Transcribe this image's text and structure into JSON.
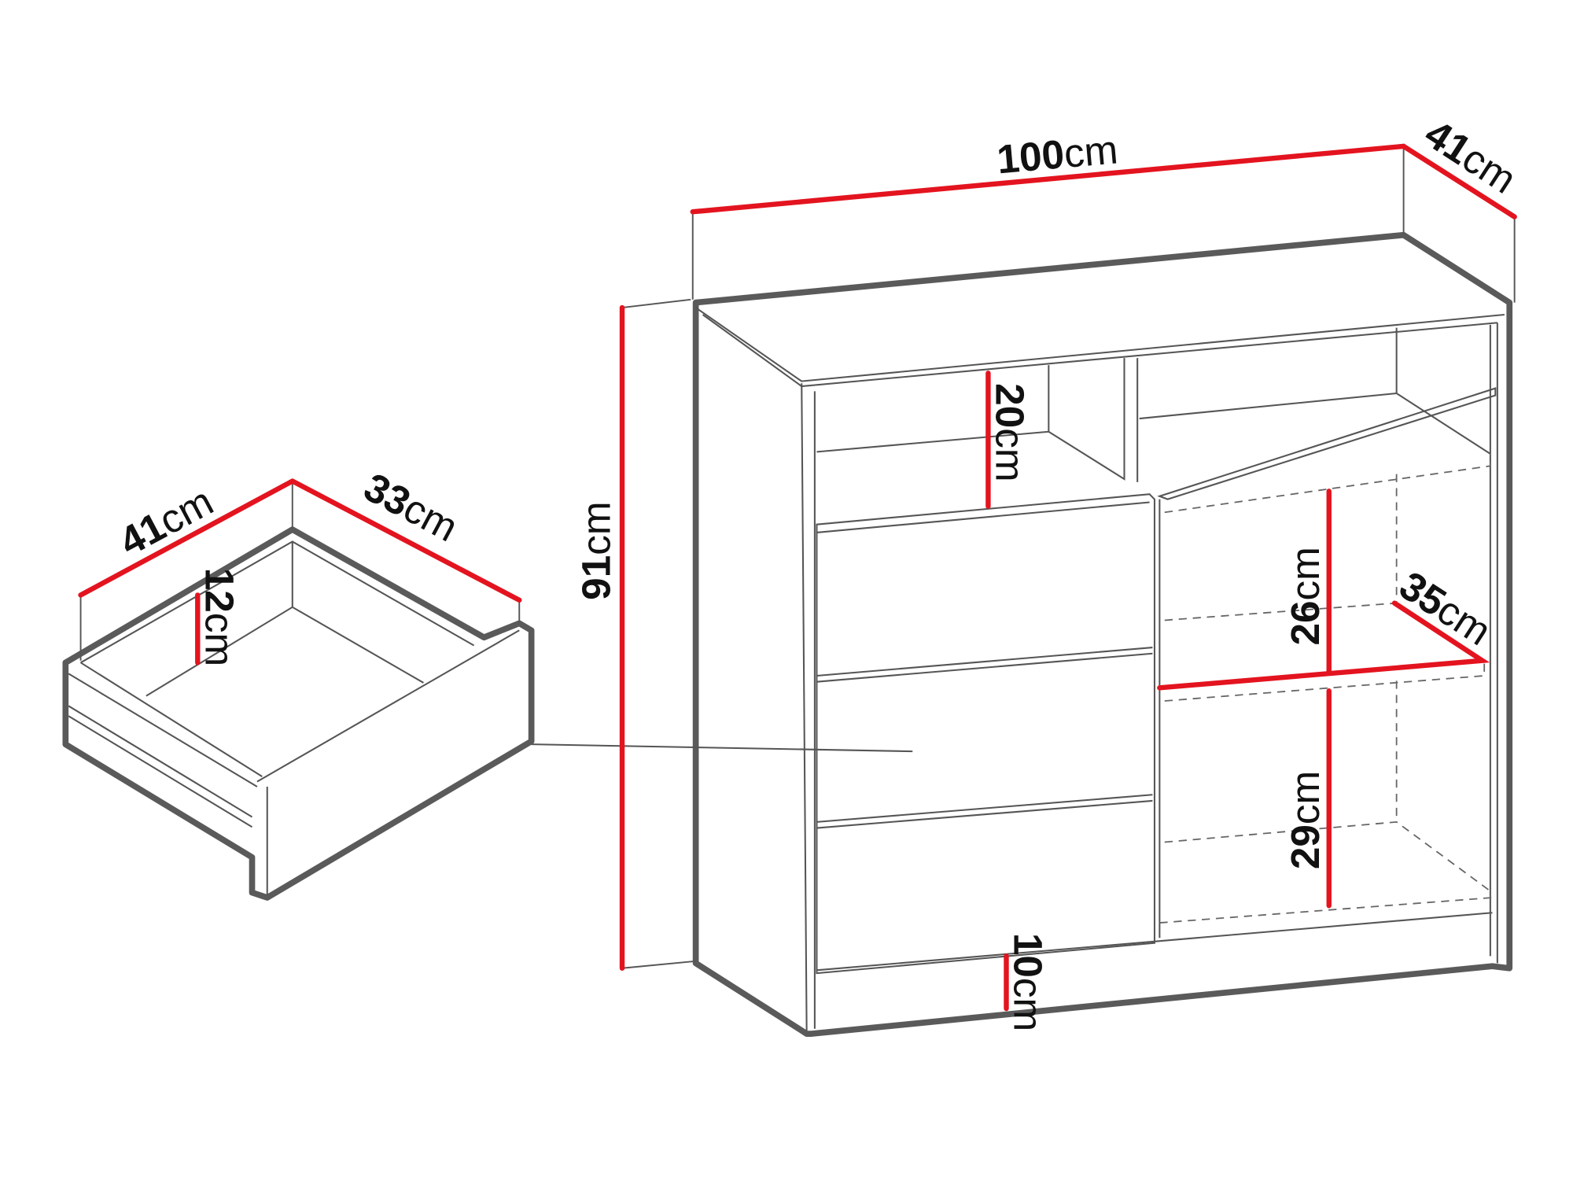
{
  "colors": {
    "dimension_line": "#e3141f",
    "outline": "#5a5a5a",
    "text": "#111111"
  },
  "labels": {
    "width": {
      "value": "100",
      "unit": "cm"
    },
    "depth": {
      "value": "41",
      "unit": "cm"
    },
    "height": {
      "value": "91",
      "unit": "cm"
    },
    "top_shelf": {
      "value": "20",
      "unit": "cm"
    },
    "upper_compartment": {
      "value": "26",
      "unit": "cm"
    },
    "inner_depth": {
      "value": "35",
      "unit": "cm"
    },
    "lower_compartment": {
      "value": "29",
      "unit": "cm"
    },
    "plinth": {
      "value": "10",
      "unit": "cm"
    },
    "drawer_width": {
      "value": "41",
      "unit": "cm"
    },
    "drawer_depth": {
      "value": "33",
      "unit": "cm"
    },
    "drawer_height": {
      "value": "12",
      "unit": "cm"
    }
  }
}
